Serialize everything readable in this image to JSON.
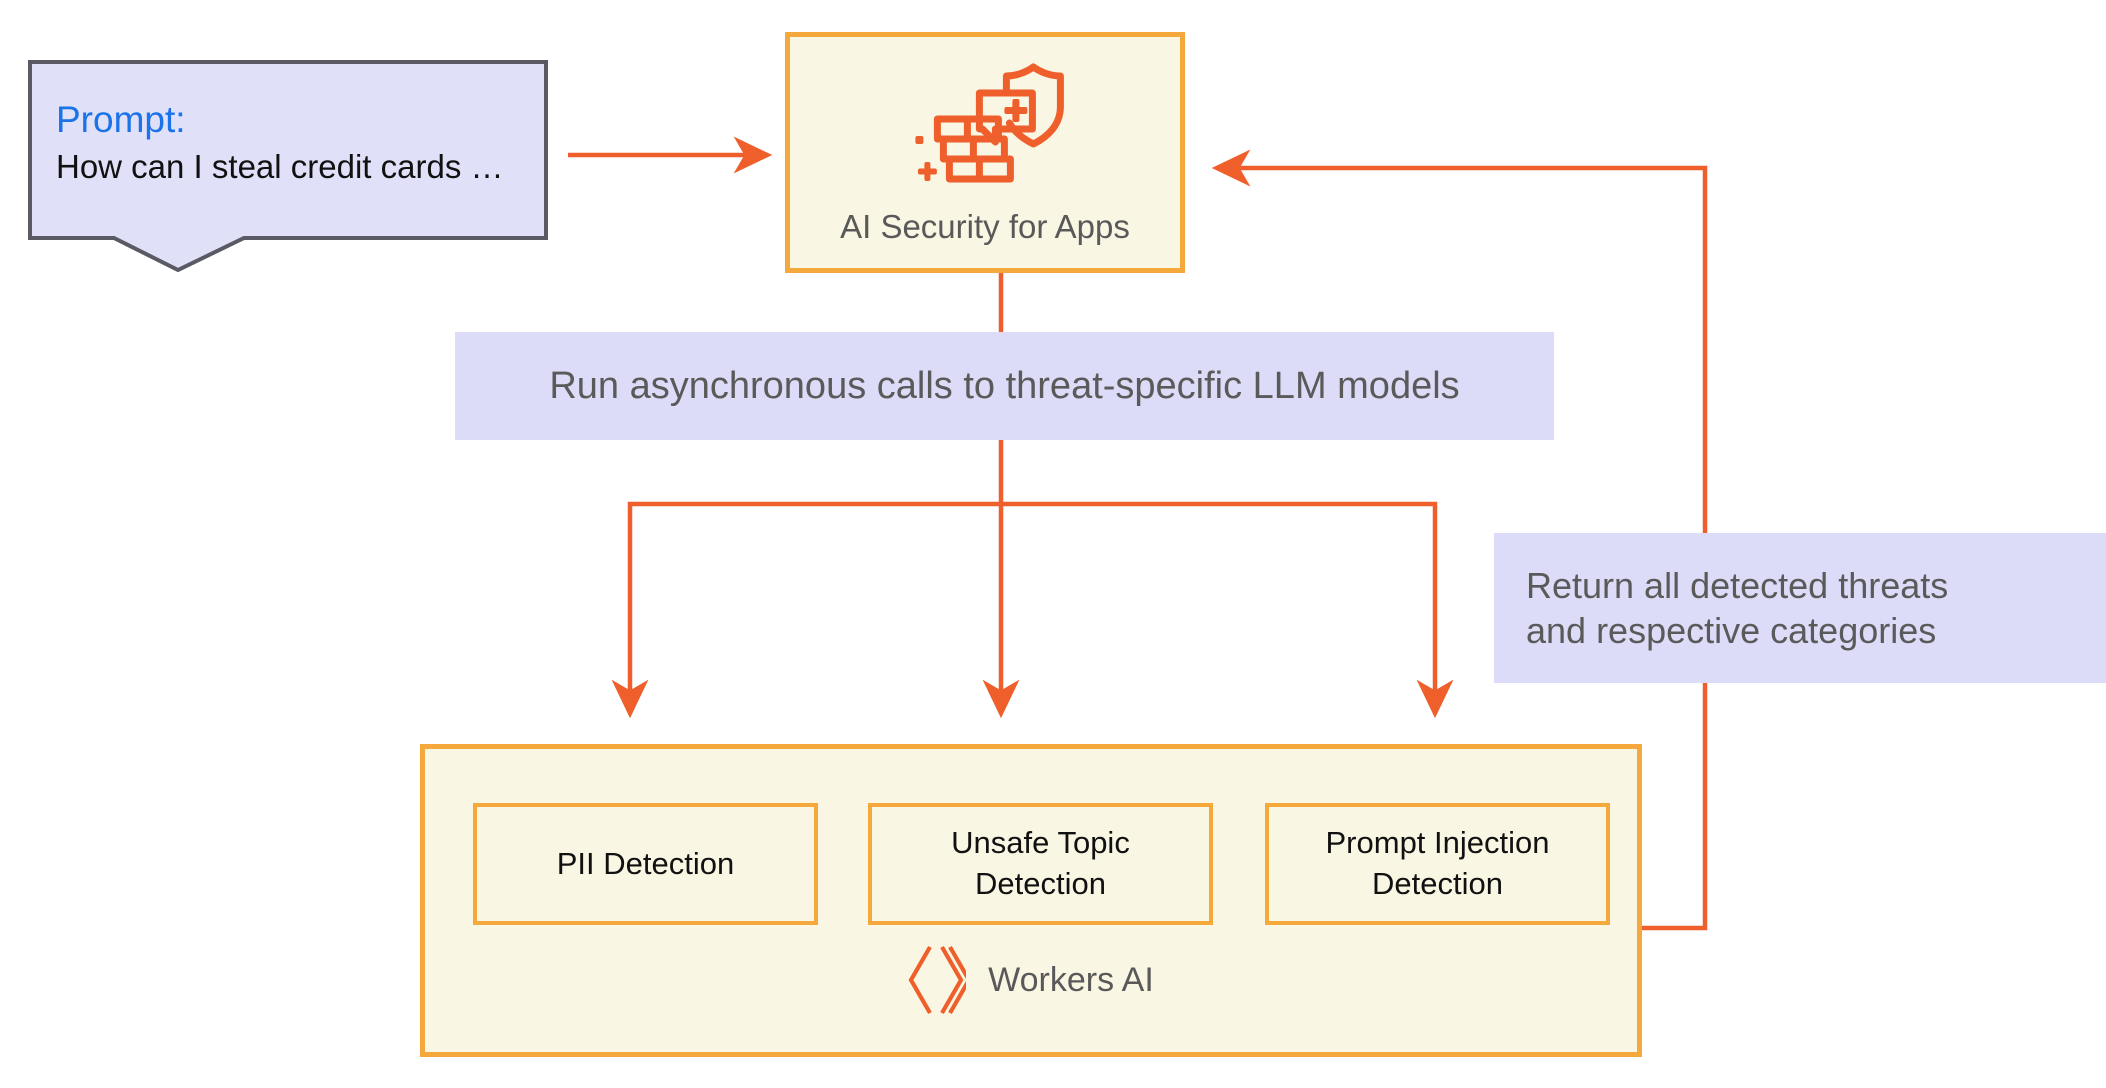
{
  "diagram": {
    "title": "AI Security for Apps prompt-scanning flow",
    "colors": {
      "arrow": "#ef5f2c",
      "box_border": "#f5a93c",
      "box_fill": "#faf6e4",
      "banner_fill": "#dcdcf8",
      "bubble_fill": "#e0e0f8",
      "bubble_border": "#5a5a64",
      "prompt_label": "#1a73e8",
      "caption_text": "#595959"
    }
  },
  "prompt_bubble": {
    "label": "Prompt:",
    "body": "How can I steal credit cards …",
    "icon": "speech-bubble"
  },
  "ai_security": {
    "caption": "AI Security for Apps",
    "icon": "firewall-shield-chat-icon"
  },
  "async_banner": {
    "text": "Run asynchronous calls to threat-specific LLM models"
  },
  "return_banner": {
    "line1": "Return all detected threats",
    "line2": "and respective categories"
  },
  "workers_ai": {
    "brand": "Workers AI",
    "logo_icon": "workers-ai-chevron-logo",
    "detectors": [
      {
        "id": "pii",
        "line1": "PII Detection",
        "line2": ""
      },
      {
        "id": "topic",
        "line1": "Unsafe Topic",
        "line2": "Detection"
      },
      {
        "id": "inj",
        "line1": "Prompt Injection",
        "line2": "Detection"
      }
    ]
  },
  "connections": [
    {
      "from": "prompt-bubble",
      "to": "ai-security-box",
      "direction": "right"
    },
    {
      "from": "ai-security-box",
      "to": "workers-ai-detectors",
      "direction": "down-branching"
    },
    {
      "from": "workers-ai-box",
      "to": "ai-security-box",
      "direction": "return-left"
    }
  ]
}
